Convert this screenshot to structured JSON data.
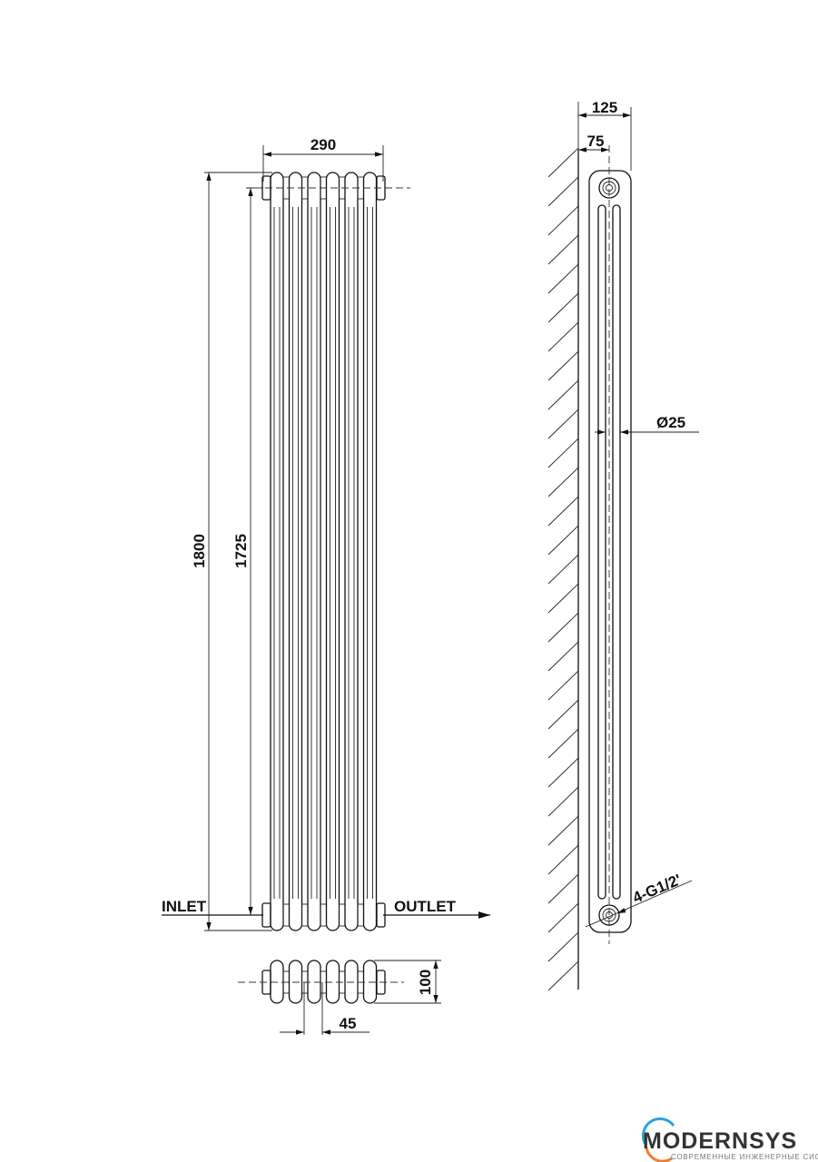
{
  "front_view": {
    "width_label": "290",
    "height_label": "1800",
    "center_height_label": "1725",
    "inlet_label": "INLET",
    "outlet_label": "OUTLET",
    "columns": 6
  },
  "top_view": {
    "depth_label": "100",
    "pitch_label": "45"
  },
  "side_view": {
    "depth_label": "125",
    "wall_offset_label": "75",
    "tube_diameter_label": "Ø25",
    "connection_label": "4-G1/2'"
  },
  "logo": {
    "brand": "MODERNSYS",
    "tagline": "СОВРЕМЕННЫЕ ИНЖЕНЕРНЫЕ СИСТЕМЫ",
    "colors": {
      "blue": "#2aa3dc",
      "orange": "#f07b2c",
      "text": "#333333"
    }
  }
}
